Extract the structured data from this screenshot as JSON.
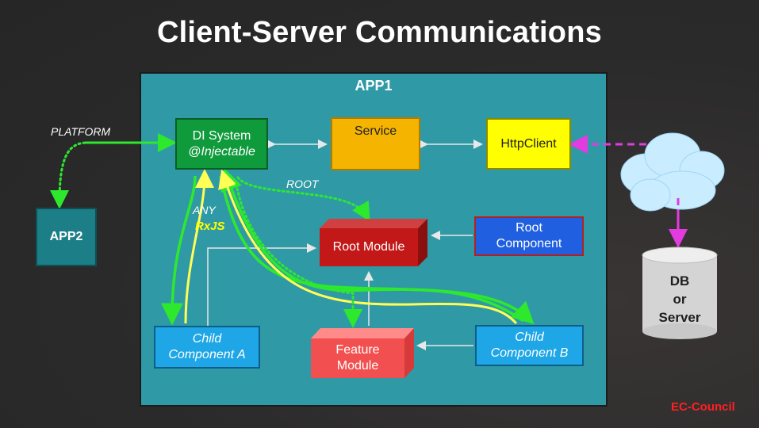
{
  "title": "Client-Server Communications",
  "app1": {
    "label": "APP1"
  },
  "app2": {
    "label": "APP2"
  },
  "nodes": {
    "di_system": {
      "line1": "DI System",
      "line2": "@Injectable"
    },
    "service": {
      "label": "Service"
    },
    "http_client": {
      "label": "HttpClient"
    },
    "root_module": {
      "label": "Root Module"
    },
    "root_component": {
      "line1": "Root",
      "line2": "Component"
    },
    "child_a": {
      "line1": "Child",
      "line2": "Component A"
    },
    "child_b": {
      "line1": "Child",
      "line2": "Component B"
    },
    "feature_module": {
      "line1": "Feature",
      "line2": "Module"
    },
    "db": {
      "line1": "DB",
      "line2": "or",
      "line3": "Server"
    }
  },
  "labels": {
    "platform": "PLATFORM",
    "root": "ROOT",
    "any": "ANY",
    "rxjs": "RxJS"
  },
  "brand": "EC-Council",
  "colors": {
    "app1_bg": "#2f9aa5",
    "green_arrow": "#2ee82e",
    "yellow_arrow": "#ffff55",
    "magenta_arrow": "#e23be0",
    "brand_red": "#ff2020"
  },
  "icons": {
    "service": "gears-icon",
    "cloud": "cloud-icon",
    "database": "database-cylinder-icon"
  }
}
